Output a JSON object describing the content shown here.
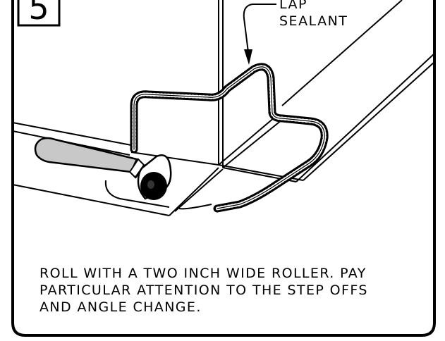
{
  "step": {
    "number": "5"
  },
  "callout": {
    "line1": "LAP",
    "line2": "SEALANT"
  },
  "instructions": {
    "line1": "ROLL WITH A TWO INCH WIDE ROLLER.  PAY",
    "line2": "PARTICULAR ATTENTION TO THE STEP OFFS",
    "line3": "AND ANGLE CHANGE."
  },
  "colors": {
    "ink": "#000000",
    "handle": "#c8c8c8",
    "paper": "#ffffff"
  }
}
